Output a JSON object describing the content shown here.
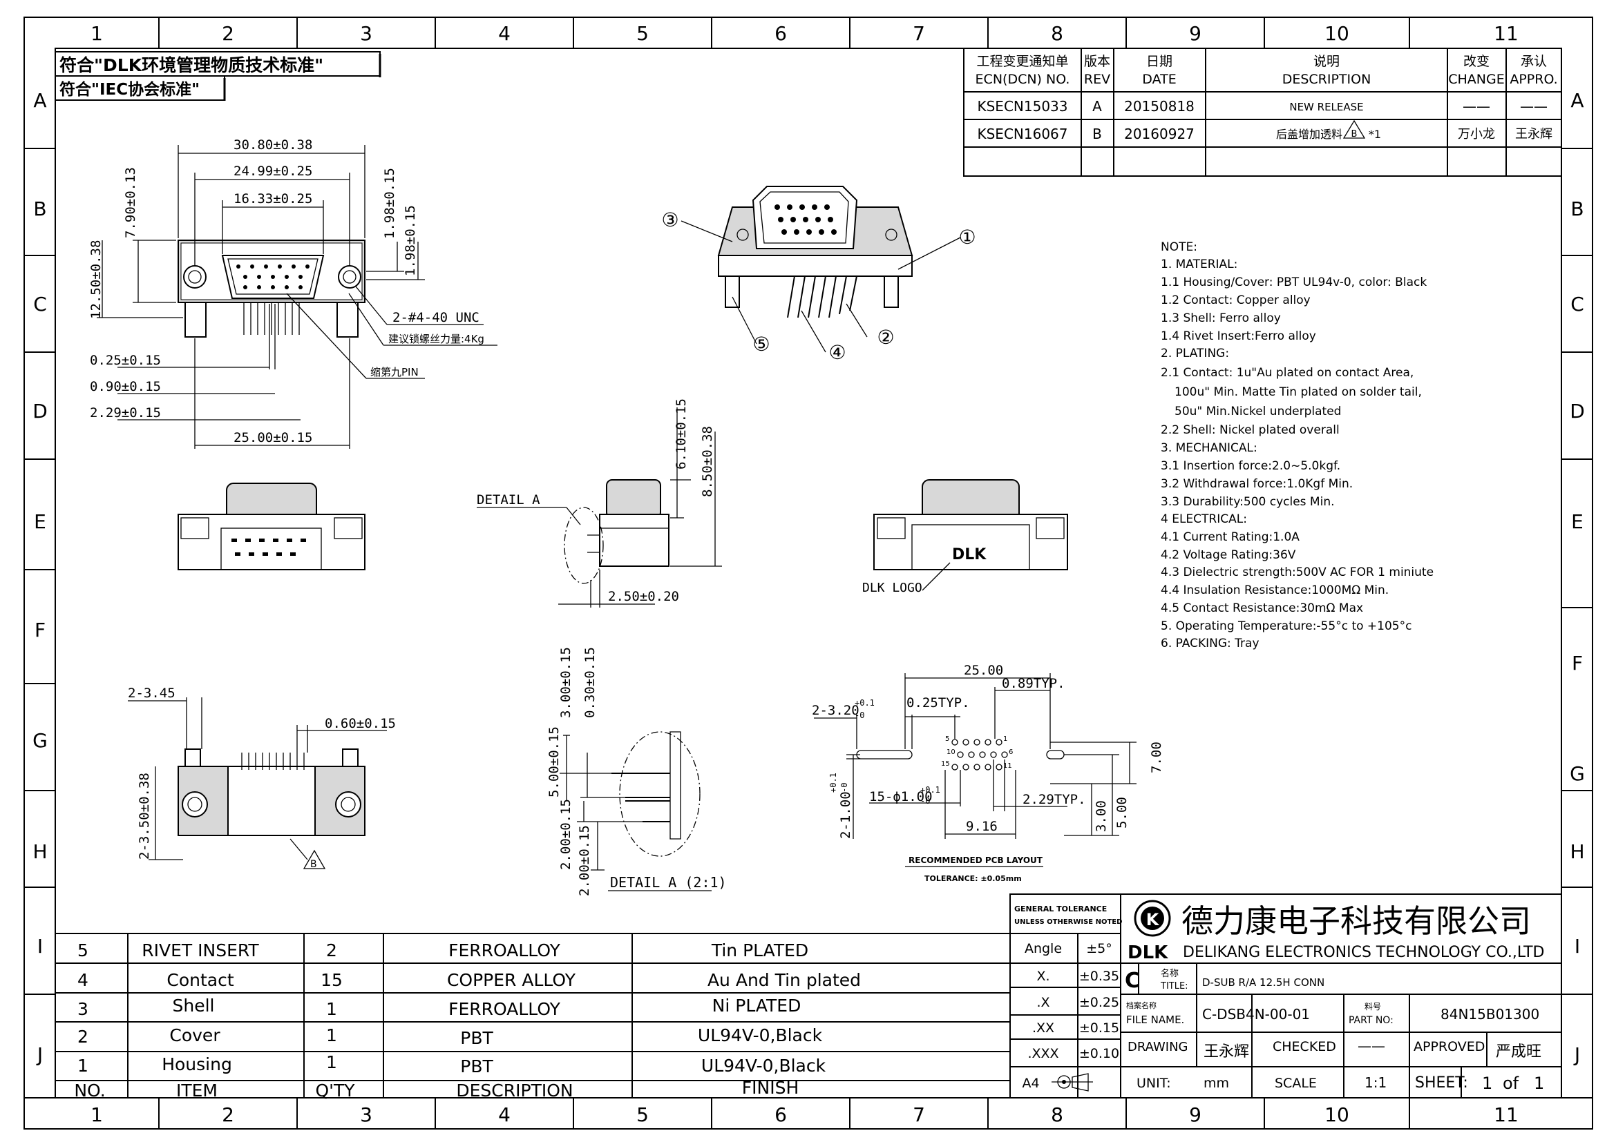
{
  "grid": {
    "columns": [
      "1",
      "2",
      "3",
      "4",
      "5",
      "6",
      "7",
      "8",
      "9",
      "10",
      "11"
    ],
    "rows_left": [
      "A",
      "B",
      "C",
      "D",
      "E",
      "F",
      "G",
      "H",
      "I",
      "J"
    ],
    "rows_right": [
      "A",
      "B",
      "C",
      "D",
      "E",
      "F",
      "G",
      "H",
      "I",
      "J"
    ]
  },
  "standards": {
    "line1": "符合\"DLK环境管理物质技术标准\"",
    "line2": "符合\"IEC协会标准\""
  },
  "revision_table": {
    "headers": {
      "ecn_cn": "工程变更通知单",
      "ecn_en": "ECN(DCN) NO.",
      "rev_cn": "版本",
      "rev_en": "REV",
      "date_cn": "日期",
      "date_en": "DATE",
      "desc_cn": "说明",
      "desc_en": "DESCRIPTION",
      "change_cn": "改变",
      "change_en": "CHANGE",
      "appro_cn": "承认",
      "appro_en": "APPRO."
    },
    "rows": [
      {
        "ecn": "KSECN15033",
        "rev": "A",
        "date": "20150818",
        "desc": "NEW RELEASE",
        "change": "——",
        "appro": "——"
      },
      {
        "ecn": "KSECN16067",
        "rev": "B",
        "date": "20160927",
        "desc": "后盖增加透料",
        "desc_mark": "B",
        "desc_suffix": "*1",
        "change": "万小龙",
        "appro": "王永辉"
      }
    ]
  },
  "front_view": {
    "dims": {
      "d1": "30.80±0.38",
      "d2": "24.99±0.25",
      "d3": "16.33±0.25",
      "d4": "7.90±0.13",
      "d5": "12.50±0.38",
      "d6": "1.98±0.15",
      "d7": "1.98±0.15",
      "d8": "0.25±0.15",
      "d9": "0.90±0.15",
      "d10": "2.29±0.15",
      "d11": "25.00±0.15"
    },
    "callouts": {
      "screw": "2-#4-40 UNC",
      "torque": "建议锁螺丝力量:4Kg",
      "pin": "缩第九PIN"
    }
  },
  "iso_view": {
    "balloons": [
      "①",
      "②",
      "③",
      "④",
      "⑤"
    ]
  },
  "side_view": {
    "detail_label": "DETAIL A",
    "dims": {
      "d1": "6.10±0.15",
      "d2": "8.50±0.38",
      "d3": "2.50±0.20"
    }
  },
  "rear_view": {
    "logo_text": "DLK",
    "logo_label": "DLK LOGO"
  },
  "bottom_view": {
    "dims": {
      "d1": "2-3.45",
      "d2": "0.60±0.15",
      "d3": "2-3.50±0.38"
    },
    "mark": "B"
  },
  "detail_a": {
    "title": "DETAIL A (2:1)",
    "dims": {
      "d1": "3.00±0.15",
      "d2": "0.30±0.15",
      "d3": "5.00±0.15",
      "d4": "2.00±0.15",
      "d5": "2.00±0.15"
    }
  },
  "pcb_layout": {
    "title": "RECOMMENDED PCB LAYOUT",
    "tolerance": "TOLERANCE: ±0.05mm",
    "dims": {
      "d1": "25.00",
      "d2": "0.89TYP.",
      "d3": "2-3.20",
      "d3_sup": "+0.1",
      "d3_sub": "-0",
      "d4": "0.25TYP.",
      "d5": "15-ϕ1.00",
      "d5_sup": "+0.1",
      "d5_sub": "-0",
      "d6": "2.29TYP.",
      "d7": "9.16",
      "d8": "7.00",
      "d9": "3.00",
      "d10": "5.00",
      "d11": "2-1.00",
      "d11_sup": "+0.1",
      "d11_sub": "-0"
    },
    "pins": {
      "p5": "5",
      "p1": "1",
      "p10": "10",
      "p6": "6",
      "p15": "15",
      "p11": "11"
    }
  },
  "notes": [
    "NOTE:",
    "1. MATERIAL:",
    "1.1 Housing/Cover: PBT UL94v-0, color: Black",
    "1.2 Contact: Copper alloy",
    "1.3 Shell: Ferro alloy",
    "1.4 Rivet Insert:Ferro alloy",
    "2. PLATING:",
    "2.1 Contact: 1u\"Au plated on contact Area,",
    "    100u\" Min. Matte Tin plated on solder tail,",
    "    50u\" Min.Nickel underplated",
    "2.2 Shell: Nickel plated overall",
    "3.  MECHANICAL:",
    "3.1 Insertion force:2.0~5.0kgf.",
    "3.2 Withdrawal force:1.0Kgf Min.",
    "3.3 Durability:500 cycles Min.",
    "4   ELECTRICAL:",
    "4.1 Current Rating:1.0A",
    "4.2 Voltage Rating:36V",
    "4.3 Dielectric strength:500V AC FOR 1 miniute",
    "4.4 Insulation Resistance:1000MΩ Min.",
    "4.5 Contact Resistance:30mΩ Max",
    "5. Operating Temperature:-55°c to +105°c",
    "6. PACKING: Tray"
  ],
  "bom": {
    "headers": {
      "no": "NO.",
      "item": "ITEM",
      "qty": "Q'TY",
      "desc": "DESCRIPTION",
      "finish": "FINISH"
    },
    "rows": [
      {
        "no": "5",
        "item": "RIVET INSERT",
        "qty": "2",
        "desc": "FERROALLOY",
        "finish": "Tin PLATED"
      },
      {
        "no": "4",
        "item": "Contact",
        "qty": "15",
        "desc": "COPPER ALLOY",
        "finish": "Au And Tin plated"
      },
      {
        "no": "3",
        "item": "Shell",
        "qty": "1",
        "desc": "FERROALLOY",
        "finish": "Ni PLATED"
      },
      {
        "no": "2",
        "item": "Cover",
        "qty": "1",
        "desc": "PBT",
        "finish": "UL94V-0,Black"
      },
      {
        "no": "1",
        "item": "Housing",
        "qty": "1",
        "desc": "PBT",
        "finish": "UL94V-0,Black"
      }
    ]
  },
  "tolerance_block": {
    "title1": "GENERAL TOLERANCE",
    "title2": "UNLESS OTHERWISE NOTED",
    "angle_label": "Angle",
    "angle_val": "±5°",
    "rows": [
      {
        "label": "X.",
        "val": "±0.35"
      },
      {
        "label": ".X",
        "val": "±0.25"
      },
      {
        "label": ".XX",
        "val": "±0.15"
      },
      {
        "label": ".XXX",
        "val": "±0.10"
      }
    ],
    "sheet_size": "A4"
  },
  "title_block": {
    "company_cn": "德力康电子科技有限公司",
    "logo_text": "DLK",
    "company_en": "DELIKANG ELECTRONICS TECHNOLOGY CO.,LTD",
    "size_letter": "C",
    "title_label_cn": "名称",
    "title_label_en": "TITLE:",
    "title": "D-SUB R/A 12.5H CONN",
    "file_label_cn": "档案名称",
    "file_label_en": "FILE NAME.",
    "file_name": "C-DSB4N-00-01",
    "part_label_cn": "料号",
    "part_label_en": "PART NO:",
    "part_no": "84N15B01300",
    "drawing_label": "DRAWING",
    "drawing_by": "王永辉",
    "checked_label": "CHECKED",
    "checked_by": "——",
    "approved_label": "APPROVED",
    "approved_by": "严成旺",
    "unit_label": "UNIT:",
    "unit": "mm",
    "scale_label": "SCALE",
    "scale": "1:1",
    "sheet_label": "SHEET:",
    "sheet": "1",
    "sheet_of": "of",
    "sheet_total": "1"
  }
}
